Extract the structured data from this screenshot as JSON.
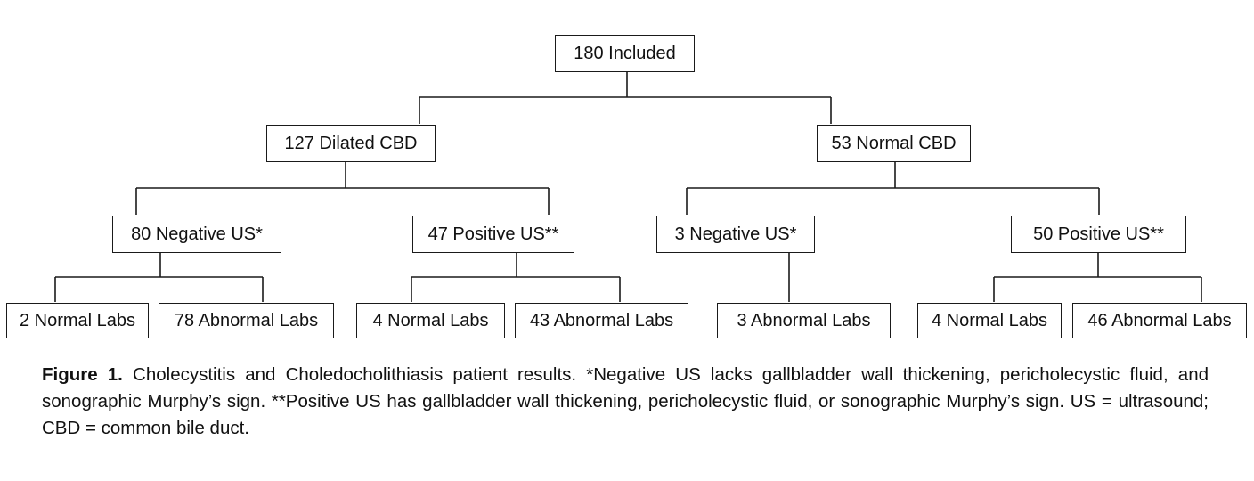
{
  "nodes": {
    "root": "180 Included",
    "dilated": "127 Dilated CBD",
    "normal_cbd": "53 Normal CBD",
    "dil_neg": "80 Negative US*",
    "dil_pos": "47 Positive US**",
    "norm_neg": "3 Negative US*",
    "norm_pos": "50 Positive US**",
    "l1": "2 Normal Labs",
    "l2": "78 Abnormal Labs",
    "l3": "4 Normal Labs",
    "l4": "43 Abnormal Labs",
    "l5": "3 Abnormal Labs",
    "l6": "4 Normal Labs",
    "l7": "46 Abnormal Labs"
  },
  "caption": {
    "label": "Figure 1.",
    "text": " Cholecystitis and Choledocholithiasis patient results. *Negative US lacks gallbladder wall thickening, pericholecystic fluid, and sonographic Murphy’s sign. **Positive US has gallbladder wall thickening, pericholecystic fluid, or sonographic Murphy’s sign. US = ultrasound; CBD = common bile duct."
  }
}
